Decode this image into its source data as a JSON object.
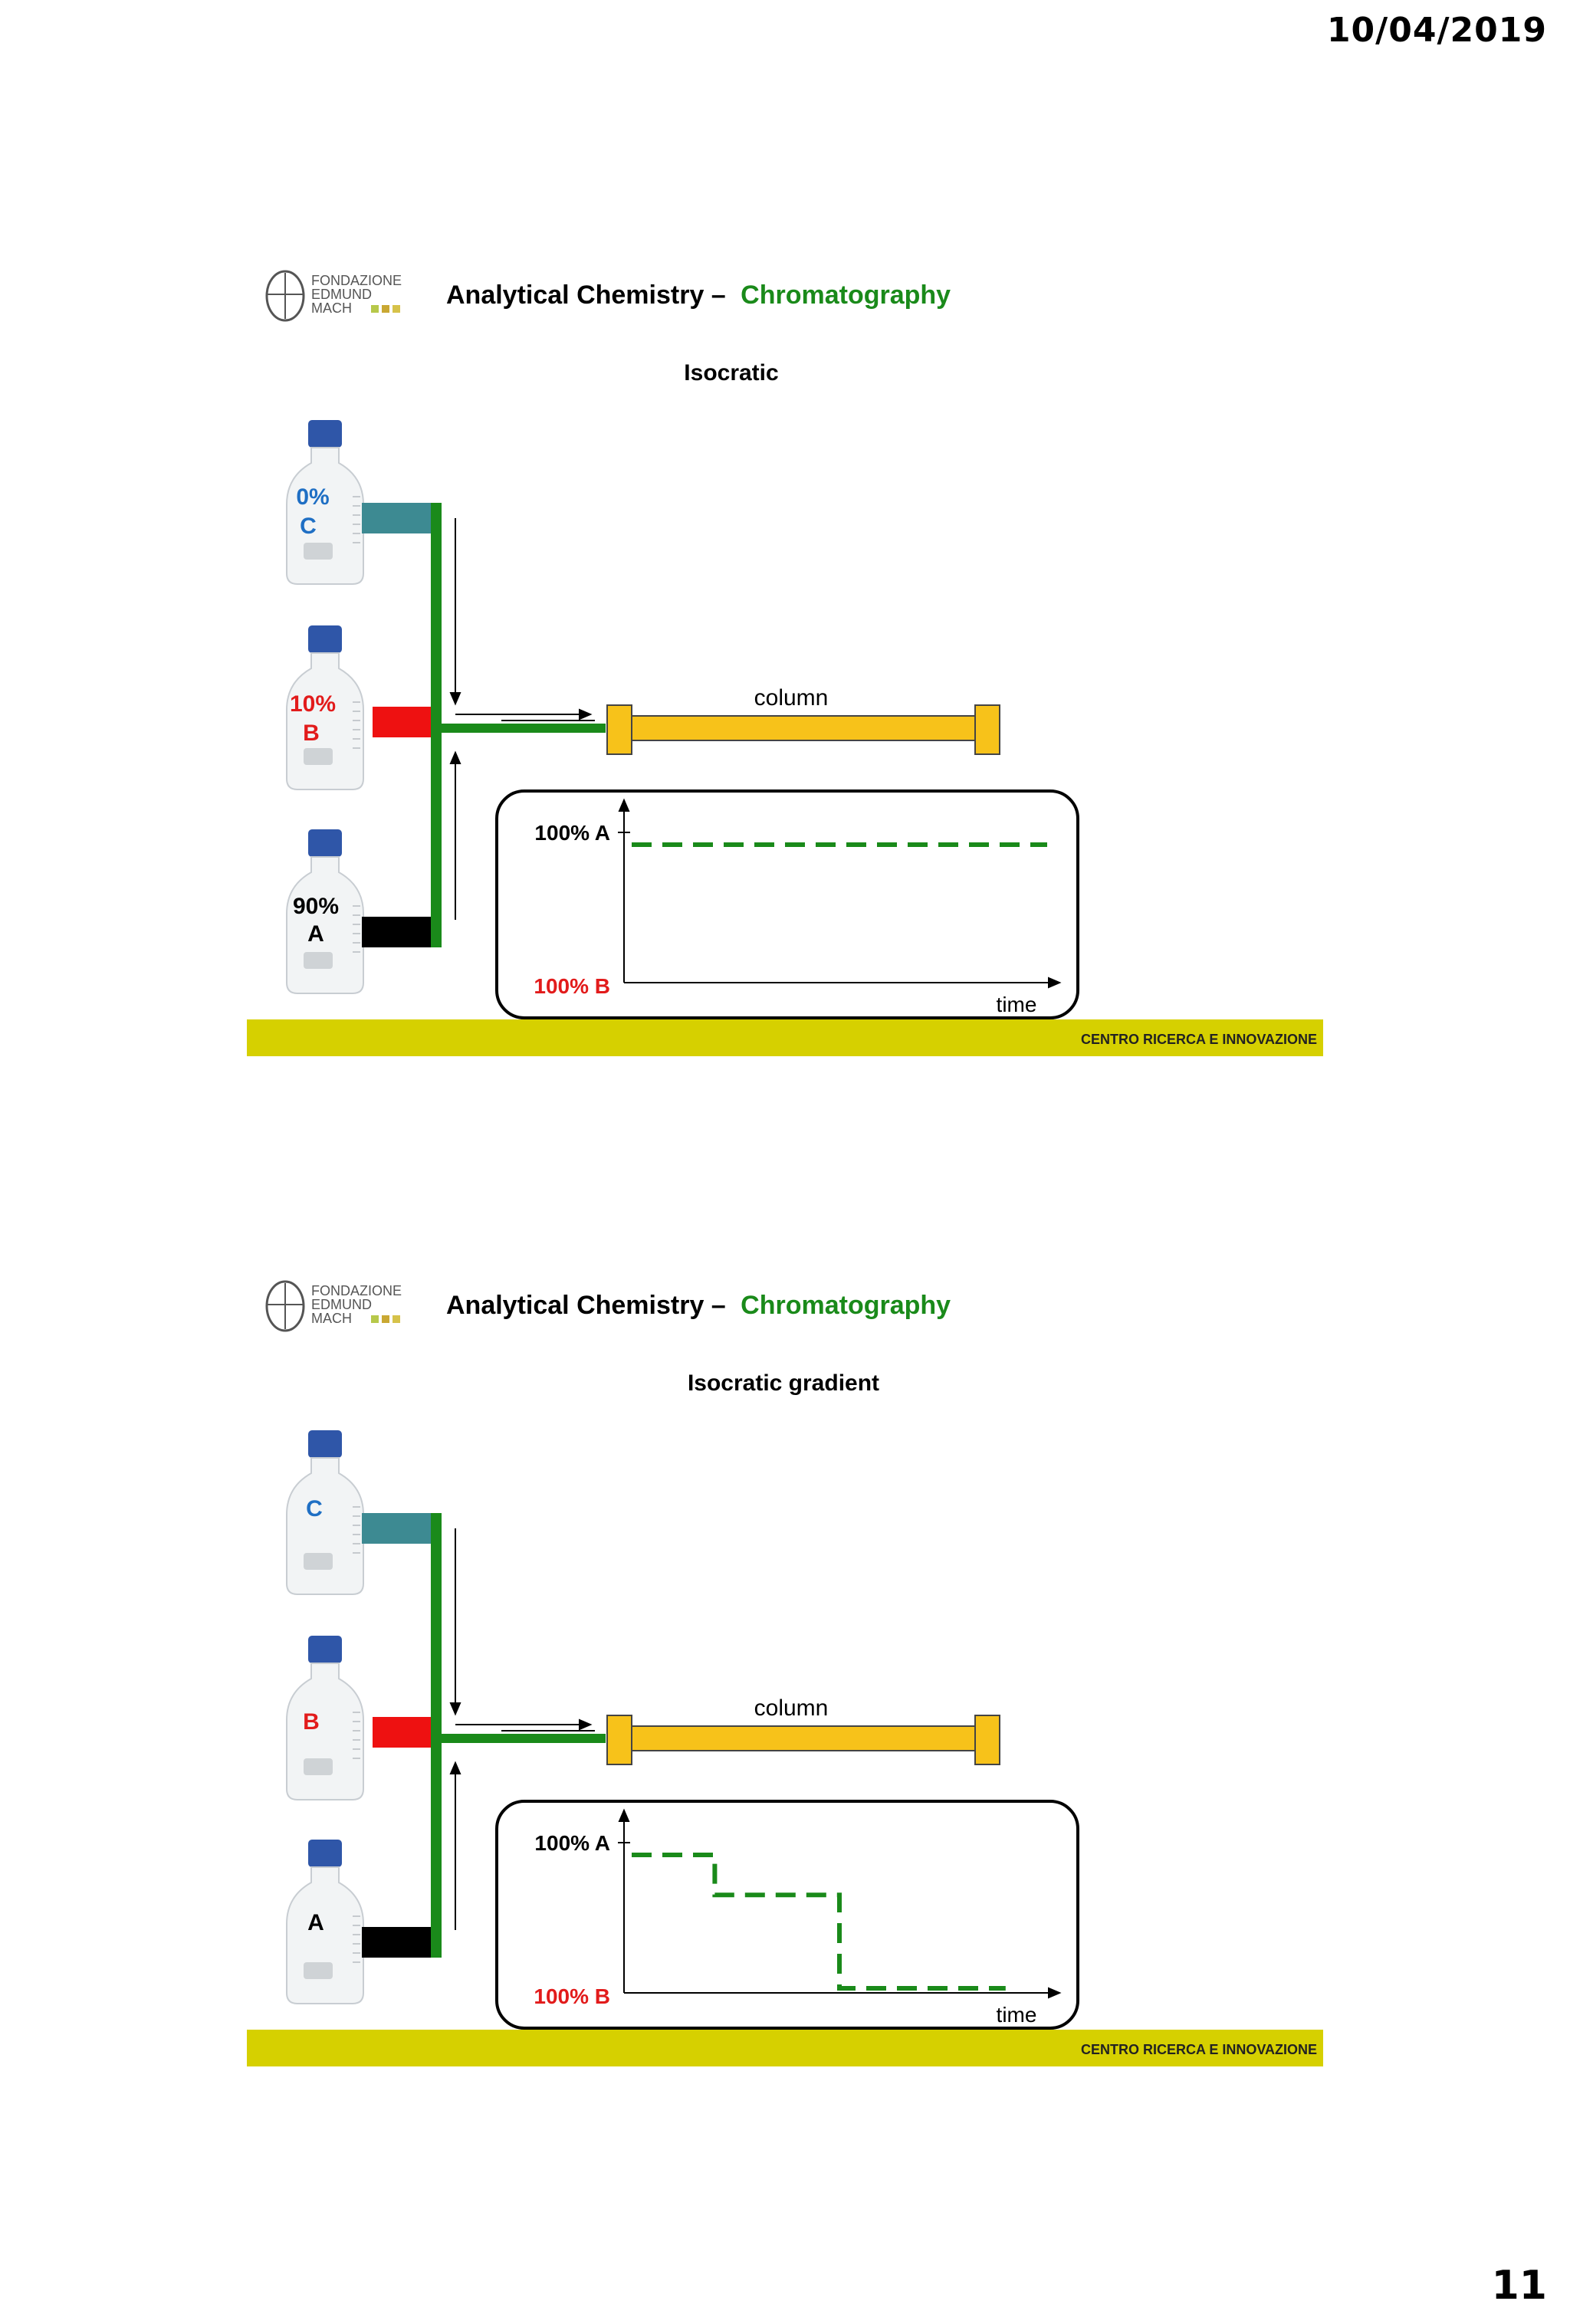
{
  "page": {
    "date": "10/04/2019",
    "number": "11"
  },
  "colors": {
    "green": "#1a8a1a",
    "teal": "#3d8a92",
    "red": "#ee1111",
    "black": "#000000",
    "column": "#f7c21a",
    "footer_band": "#d6d000",
    "blue_label": "#1f6fc4",
    "red_label": "#e21b1b"
  },
  "slides": [
    {
      "logo": {
        "line1": "FONDAZIONE",
        "line2": "EDMUND",
        "line3": "MACH"
      },
      "title_prefix": "Analytical Chemistry –",
      "title_accent": "Chromatography",
      "subtitle": "Isocratic",
      "bottles": [
        {
          "pct": "0%",
          "letter": "C",
          "color": "blue"
        },
        {
          "pct": "10%",
          "letter": "B",
          "color": "red"
        },
        {
          "pct": "90%",
          "letter": "A",
          "color": "black"
        }
      ],
      "column_label": "column",
      "graph": {
        "y_top": "100% A",
        "y_bottom": "100% B",
        "x_label": "time",
        "profile": [
          [
            0,
            1
          ],
          [
            1,
            1
          ]
        ]
      },
      "footer": "CENTRO RICERCA E INNOVAZIONE"
    },
    {
      "logo": {
        "line1": "FONDAZIONE",
        "line2": "EDMUND",
        "line3": "MACH"
      },
      "title_prefix": "Analytical Chemistry –",
      "title_accent": "Chromatography",
      "subtitle": "Isocratic gradient",
      "bottles": [
        {
          "pct": "",
          "letter": "C",
          "color": "blue"
        },
        {
          "pct": "",
          "letter": "B",
          "color": "red"
        },
        {
          "pct": "",
          "letter": "A",
          "color": "black"
        }
      ],
      "column_label": "column",
      "graph": {
        "y_top": "100% A",
        "y_bottom": "100% B",
        "x_label": "time",
        "profile": [
          [
            0,
            1
          ],
          [
            0.2,
            1
          ],
          [
            0.2,
            0.7
          ],
          [
            0.5,
            0.7
          ],
          [
            0.5,
            0
          ],
          [
            0.9,
            0
          ]
        ]
      },
      "footer": "CENTRO RICERCA E INNOVAZIONE"
    }
  ]
}
